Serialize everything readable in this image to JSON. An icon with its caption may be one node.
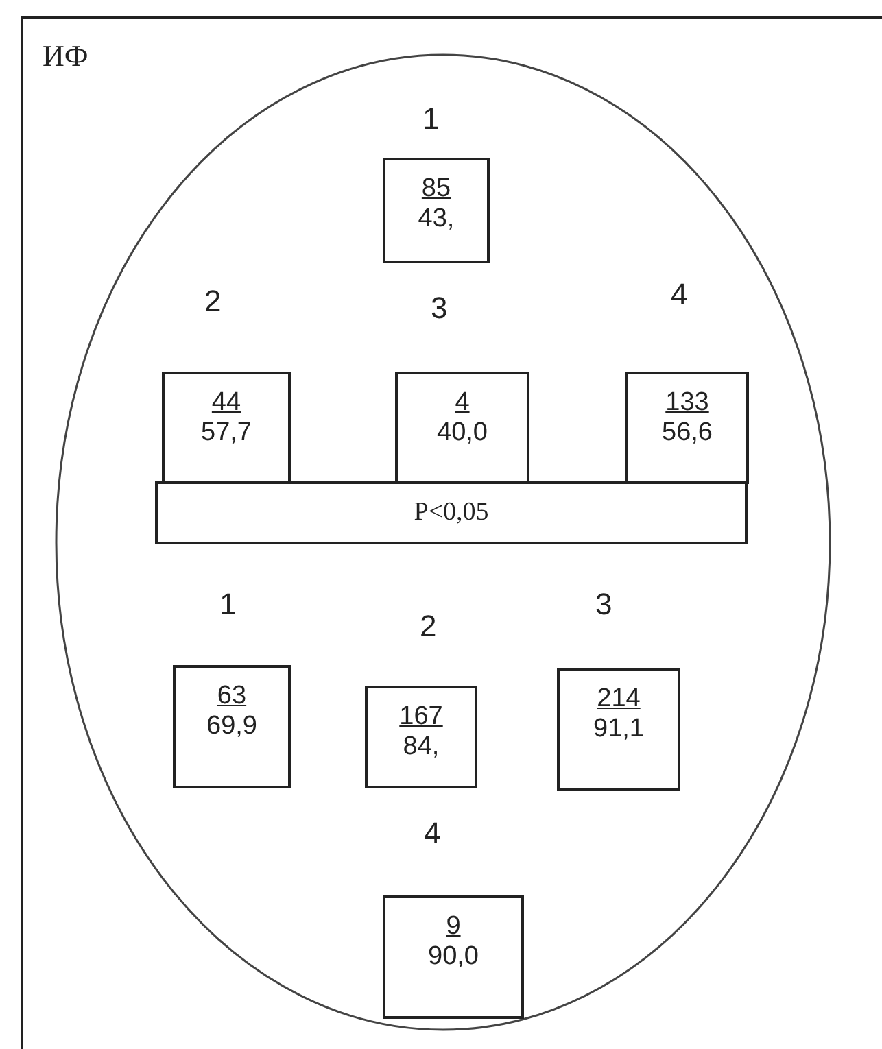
{
  "diagram": {
    "nodes": [
      {
        "text": [
          "ИФ"
        ]
      },
      {
        "text": [],
        "shape": "ellipse",
        "in": 0
      },
      {
        "text": [
          "85",
          "43,"
        ],
        "beside": [
          "1"
        ],
        "in": 1
      },
      {
        "text": [
          "44",
          "57,7"
        ],
        "beside": [
          "2"
        ],
        "in": 1
      },
      {
        "text": [
          "4",
          "40,0"
        ],
        "beside": [
          "3"
        ],
        "in": 1
      },
      {
        "text": [
          "133",
          "56,6"
        ],
        "beside": [
          "4"
        ],
        "in": 1
      },
      {
        "text": [
          "P<0,05"
        ],
        "in": 1
      },
      {
        "text": [
          "63",
          "69,9"
        ],
        "beside": [
          "1"
        ],
        "in": 1
      },
      {
        "text": [
          "167",
          "84,"
        ],
        "beside": [
          "2"
        ],
        "in": 1
      },
      {
        "text": [
          "214",
          "91,1"
        ],
        "beside": [
          "3"
        ],
        "in": 1
      },
      {
        "text": [
          "9",
          "90,0"
        ],
        "beside": [
          "4"
        ],
        "in": 1
      }
    ],
    "edges": []
  }
}
